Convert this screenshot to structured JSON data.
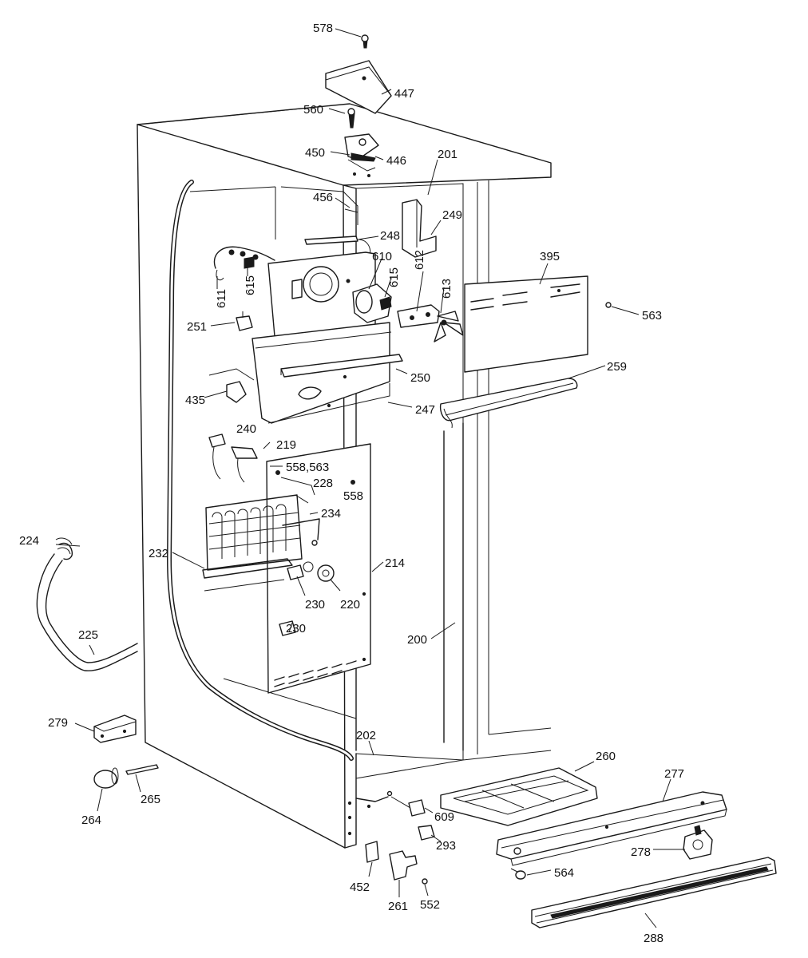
{
  "callouts": [
    {
      "id": "578",
      "text": "578"
    },
    {
      "id": "447",
      "text": "447"
    },
    {
      "id": "560",
      "text": "560"
    },
    {
      "id": "450",
      "text": "450"
    },
    {
      "id": "446",
      "text": "446"
    },
    {
      "id": "201",
      "text": "201"
    },
    {
      "id": "456",
      "text": "456"
    },
    {
      "id": "249",
      "text": "249"
    },
    {
      "id": "248",
      "text": "248"
    },
    {
      "id": "610",
      "text": "610"
    },
    {
      "id": "612",
      "text": "612"
    },
    {
      "id": "615a",
      "text": "615"
    },
    {
      "id": "615b",
      "text": "615"
    },
    {
      "id": "613",
      "text": "613"
    },
    {
      "id": "395",
      "text": "395"
    },
    {
      "id": "563",
      "text": "563"
    },
    {
      "id": "611",
      "text": "611"
    },
    {
      "id": "251",
      "text": "251"
    },
    {
      "id": "250",
      "text": "250"
    },
    {
      "id": "259",
      "text": "259"
    },
    {
      "id": "435",
      "text": "435"
    },
    {
      "id": "247",
      "text": "247"
    },
    {
      "id": "240",
      "text": "240"
    },
    {
      "id": "219",
      "text": "219"
    },
    {
      "id": "558_563",
      "text": "558,563"
    },
    {
      "id": "228",
      "text": "228"
    },
    {
      "id": "558",
      "text": "558"
    },
    {
      "id": "234",
      "text": "234"
    },
    {
      "id": "224",
      "text": "224"
    },
    {
      "id": "232",
      "text": "232"
    },
    {
      "id": "214",
      "text": "214"
    },
    {
      "id": "230a",
      "text": "230"
    },
    {
      "id": "220",
      "text": "220"
    },
    {
      "id": "230b",
      "text": "230"
    },
    {
      "id": "225",
      "text": "225"
    },
    {
      "id": "200",
      "text": "200"
    },
    {
      "id": "279",
      "text": "279"
    },
    {
      "id": "202",
      "text": "202"
    },
    {
      "id": "260",
      "text": "260"
    },
    {
      "id": "277",
      "text": "277"
    },
    {
      "id": "265",
      "text": "265"
    },
    {
      "id": "264",
      "text": "264"
    },
    {
      "id": "609",
      "text": "609"
    },
    {
      "id": "293",
      "text": "293"
    },
    {
      "id": "278",
      "text": "278"
    },
    {
      "id": "564",
      "text": "564"
    },
    {
      "id": "452",
      "text": "452"
    },
    {
      "id": "261",
      "text": "261"
    },
    {
      "id": "552",
      "text": "552"
    },
    {
      "id": "288",
      "text": "288"
    }
  ]
}
